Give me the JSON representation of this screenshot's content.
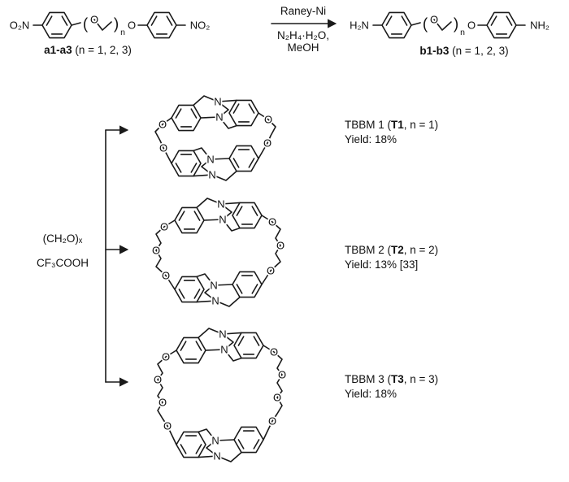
{
  "colors": {
    "ink": "#1a1a1a",
    "background": "#ffffff"
  },
  "top_reaction": {
    "reactant_label": {
      "bold": "a1-a3",
      "rest": " (n = 1, 2, 3)"
    },
    "product_label": {
      "bold": "b1-b3",
      "rest": " (n = 1, 2, 3)"
    },
    "conditions": {
      "above": "Raney-Ni",
      "below_line1": "N₂H₄·H₂O,",
      "below_line2": "MeOH"
    }
  },
  "branch": {
    "reagent_line1": "(CH₂O)ₓ",
    "reagent_line2": "CF₃COOH"
  },
  "products": [
    {
      "name_prefix": "TBBM 1 (",
      "code": "T1",
      "name_suffix": ", n = 1)",
      "yield": "Yield: 18%"
    },
    {
      "name_prefix": "TBBM 2 (",
      "code": "T2",
      "name_suffix": ", n = 2)",
      "yield": "Yield: 13% [33]"
    },
    {
      "name_prefix": "TBBM 3 (",
      "code": "T3",
      "name_suffix": ", n = 3)",
      "yield": "Yield: 18%"
    }
  ],
  "atom_labels": {
    "N": "N",
    "O": "O",
    "O2N": "O₂N",
    "NO2": "NO₂",
    "H2N": "H₂N",
    "NH2": "NH₂",
    "open_paren": "(",
    "close_paren": ")",
    "repeat_n": "n"
  }
}
